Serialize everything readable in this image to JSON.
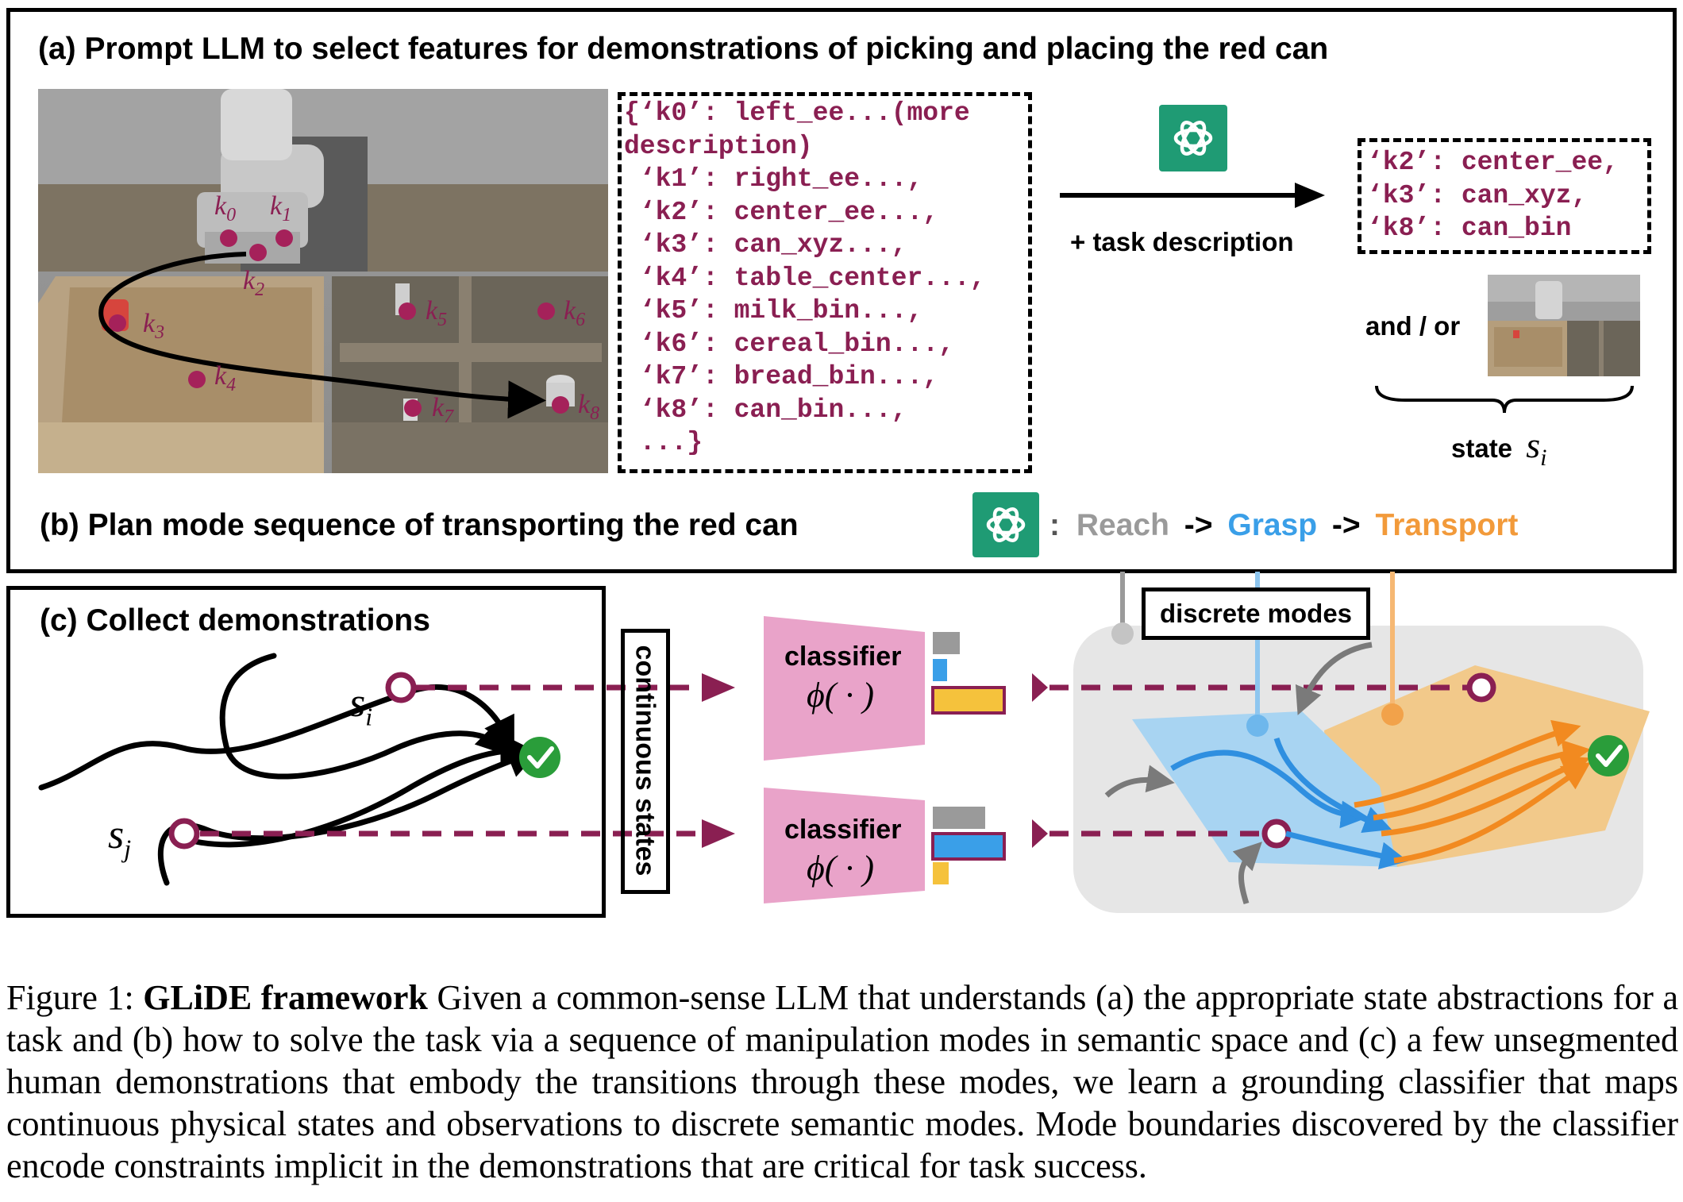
{
  "panel_a": {
    "title": "(a) Prompt LLM to select features for demonstrations of picking and placing the red can",
    "scene_keypoints": [
      "k0",
      "k1",
      "k2",
      "k3",
      "k4",
      "k5",
      "k6",
      "k7",
      "k8"
    ],
    "feature_dict_lines": [
      "{‘k0’: left_ee...(more",
      "description)",
      " ‘k1’: right_ee...,",
      " ‘k2’: center_ee...,",
      " ‘k3’: can_xyz...,",
      " ‘k4’: table_center...,",
      " ‘k5’: milk_bin...,",
      " ‘k6’: cereal_bin...,",
      " ‘k7’: bread_bin...,",
      " ‘k8’: can_bin...,",
      " ...}"
    ],
    "arrow_label": "+ task description",
    "selected_lines": [
      "‘k2’: center_ee,",
      "‘k3’: can_xyz,",
      "‘k8’: can_bin"
    ],
    "and_or": "and / or",
    "state_label": "state",
    "state_symbol": "s",
    "state_subscript": "i"
  },
  "panel_b": {
    "title": "(b) Plan mode sequence of transporting the red can",
    "colon": ":",
    "modes": [
      {
        "label": "Reach",
        "color": "#9a9a9a"
      },
      {
        "label": "Grasp",
        "color": "#3a9fe8"
      },
      {
        "label": "Transport",
        "color": "#f29a3a"
      }
    ],
    "separator": "->"
  },
  "panel_c": {
    "title": "(c) Collect demonstrations",
    "si": "s",
    "si_sub": "i",
    "sj": "s",
    "sj_sub": "j",
    "continuous_states": "continuous states",
    "classifier_label": "classifier",
    "phi_label": "ϕ( · )",
    "discrete_modes": "discrete modes"
  },
  "colors": {
    "maroon": "#8a1f52",
    "classifier_pink": "#e9a3c9",
    "reach_gray": "#9a9a9a",
    "grasp_blue": "#3a9fe8",
    "transport_orange": "#f29a3a",
    "check_green": "#2a9d3a",
    "gpt_green": "#1f9b74"
  },
  "caption": {
    "prefix": "Figure 1: ",
    "bold": "GLiDE framework",
    "text": " Given a common-sense LLM that understands (a) the appropriate state abstractions for a task and (b) how to solve the task via a sequence of manipulation modes in semantic space and (c) a few unsegmented human demonstrations that embody the transitions through these modes, we learn a grounding classifier that maps continuous physical states and observations to discrete semantic modes. Mode boundaries discovered by the classifier encode constraints implicit in the demonstrations that are critical for task success."
  }
}
